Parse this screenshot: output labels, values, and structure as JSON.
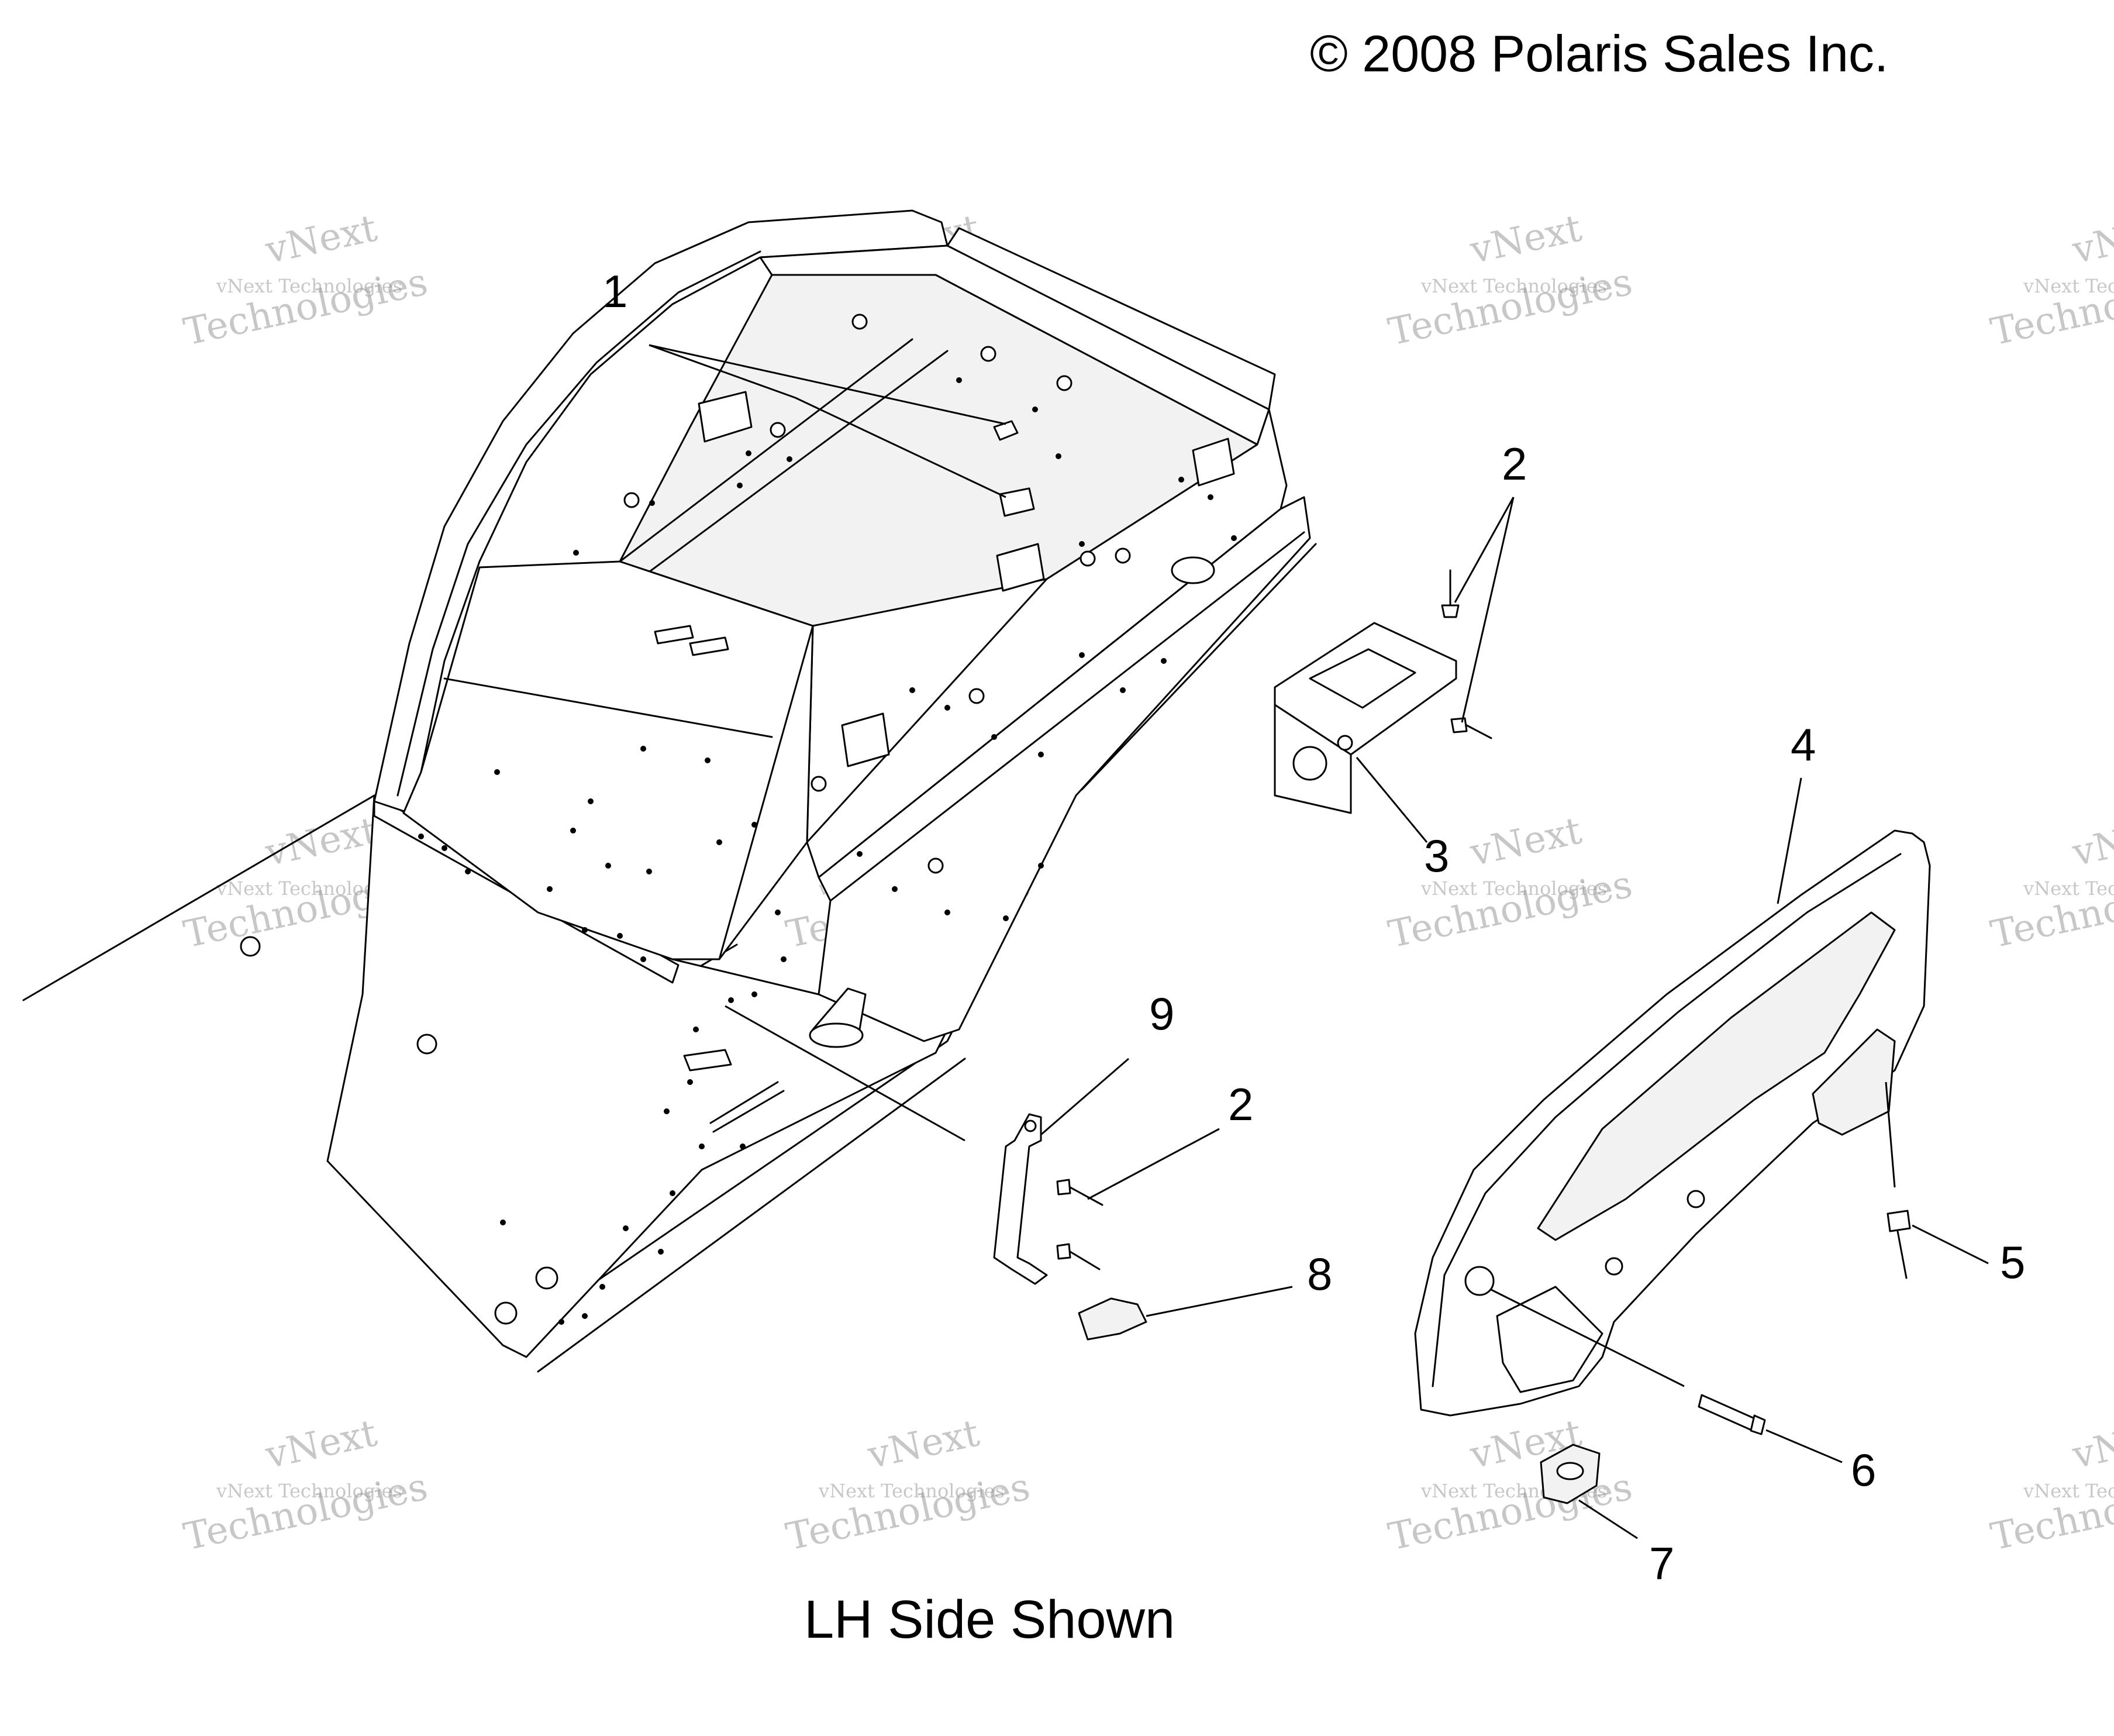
{
  "copyright": "© 2008 Polaris Sales Inc.",
  "caption": "LH Side Shown",
  "watermark": {
    "line1": "vNext Technologies",
    "line2": "Technologies",
    "line3": "vNext"
  },
  "callouts": [
    {
      "label": "1"
    },
    {
      "label": "2"
    },
    {
      "label": "2"
    },
    {
      "label": "3"
    },
    {
      "label": "4"
    },
    {
      "label": "5"
    },
    {
      "label": "6"
    },
    {
      "label": "7"
    },
    {
      "label": "8"
    },
    {
      "label": "9"
    }
  ]
}
